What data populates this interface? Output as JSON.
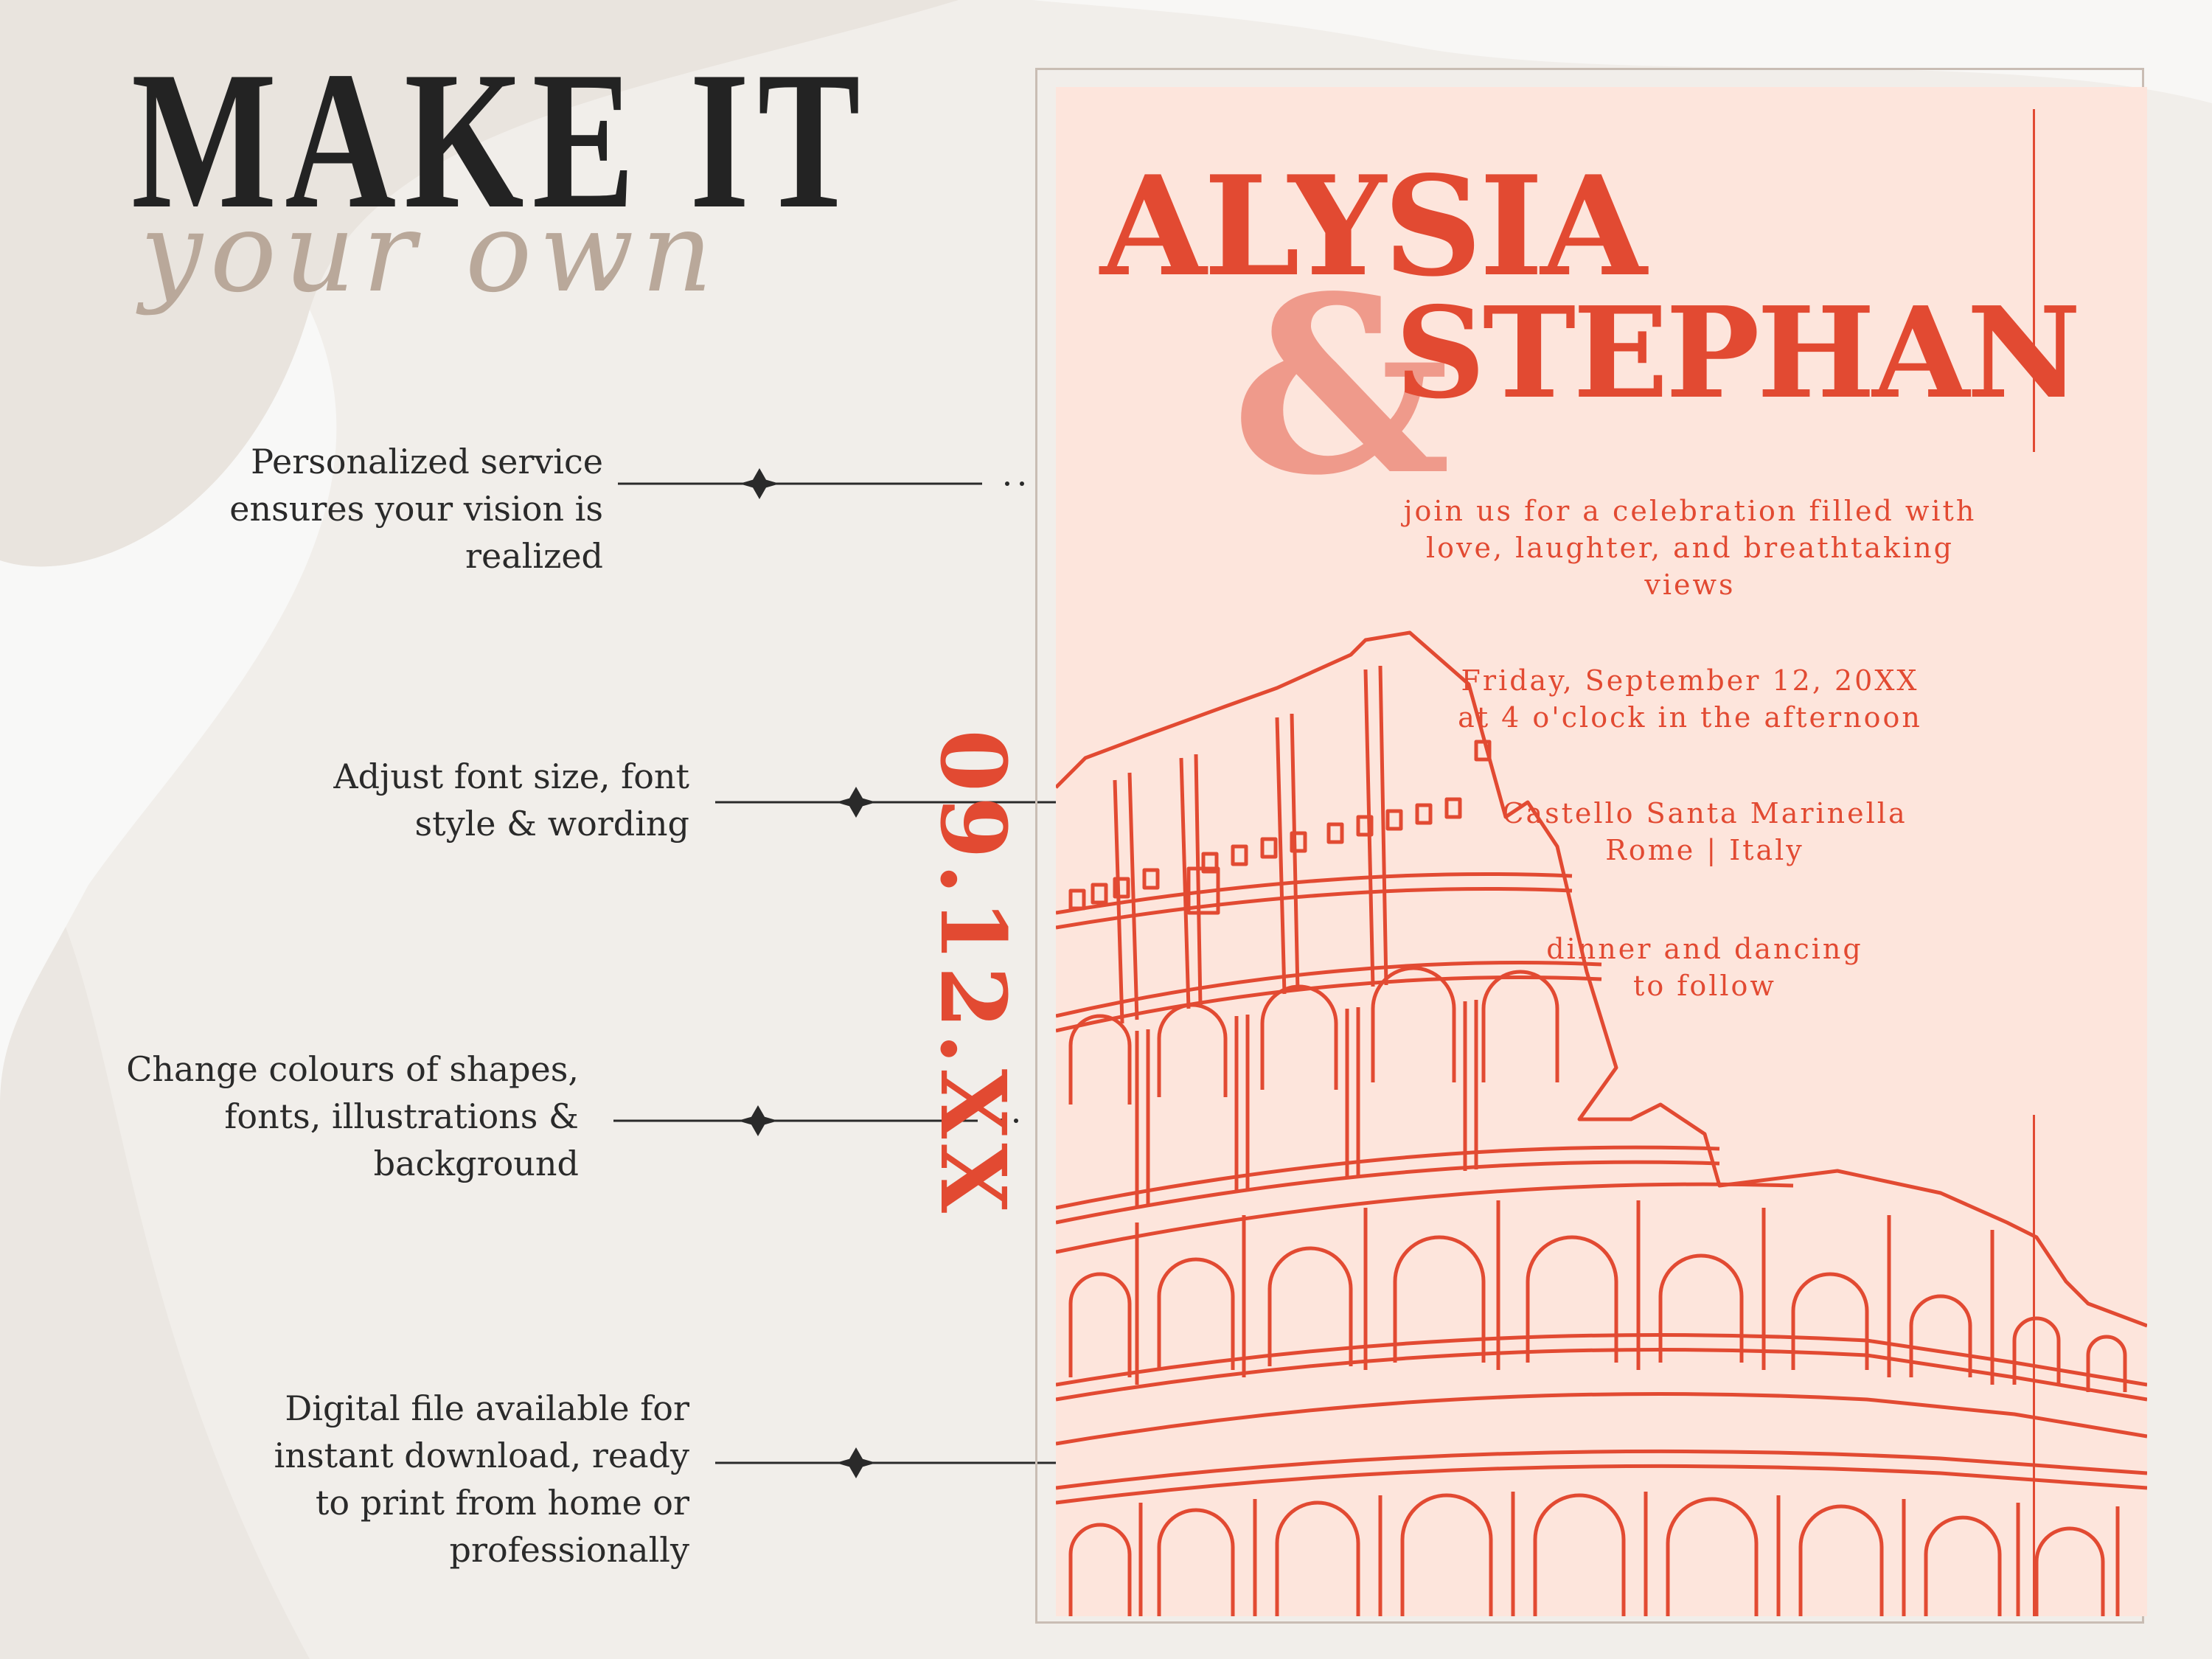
{
  "headline": {
    "title": "MAKE IT",
    "script": "your own"
  },
  "features": [
    {
      "text": "Personalized service\nensures your vision is\nrealized"
    },
    {
      "text": "Adjust font size, font\nstyle & wording"
    },
    {
      "text": "Change colours of shapes,\nfonts, illustrations &\nbackground"
    },
    {
      "text": "Digital file available for\ninstant download, ready\nto print from home or\nprofessionally"
    }
  ],
  "invitation": {
    "name1": "ALYSIA",
    "ampersand": "&",
    "name2": "STEPHAN",
    "intro": "join us for a celebration filled with\nlove, laughter, and breathtaking\nviews",
    "datetime": "Friday, September 12, 20XX\nat 4 o'clock in the afternoon",
    "venue": "Castello Santa Marinella\nRome | Italy",
    "after": "dinner and dancing\nto follow",
    "date_vertical": "09.12.XX"
  },
  "colors": {
    "accent": "#e24a32",
    "accent_light": "#ef9a8b",
    "card_background": "#fde5dc",
    "page_background": "#f1eeea",
    "script_color": "#b9a89a",
    "text_dark": "#2a2a2a"
  }
}
